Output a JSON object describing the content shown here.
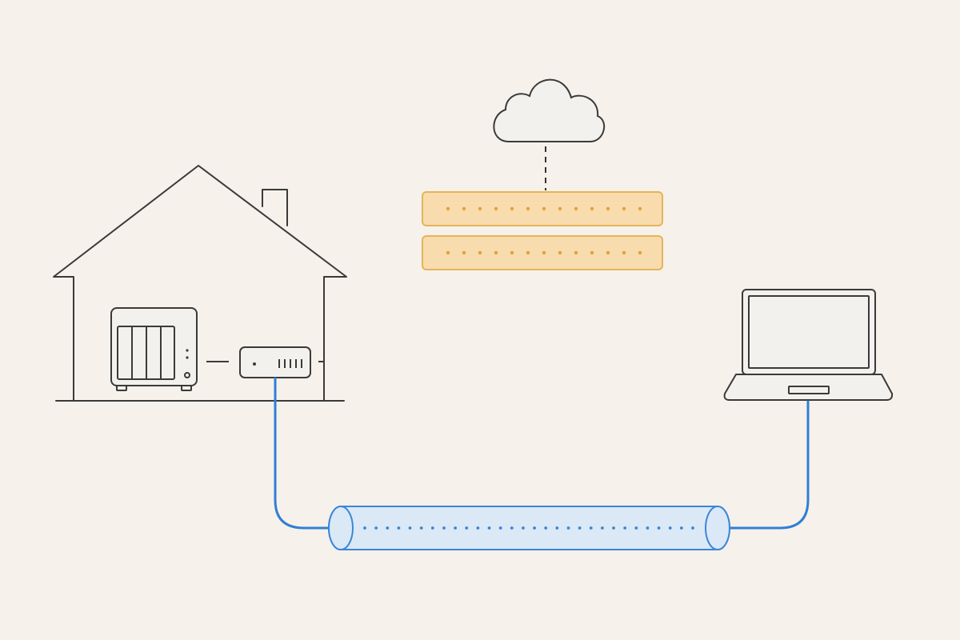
{
  "colors": {
    "background": "#f6f1ea",
    "outline": "#3a3a3a",
    "outline_light": "#4a4a4a",
    "fill_light": "#f3f1ee",
    "cable": "#2f7fd6",
    "tunnel_fill": "#dbe8f6",
    "tunnel_stroke": "#3b86dc",
    "tunnel_dot": "#3b86dc",
    "server_fill": "#f8dcae",
    "server_stroke": "#e6b45a",
    "server_dot": "#e0a33a",
    "dash_line": "#333333"
  },
  "diagram": {
    "nodes": [
      {
        "id": "home",
        "icon": "house-icon"
      },
      {
        "id": "nas",
        "icon": "nas-icon",
        "drive_bays": 4
      },
      {
        "id": "router",
        "icon": "router-icon"
      },
      {
        "id": "cloud",
        "icon": "cloud-icon"
      },
      {
        "id": "relay-server",
        "icon": "server-rack-icon",
        "units": 2,
        "dots_per_unit": 13
      },
      {
        "id": "laptop",
        "icon": "laptop-icon"
      },
      {
        "id": "tunnel",
        "icon": "encrypted-tunnel-icon",
        "dots": 30
      }
    ],
    "connections": [
      {
        "from": "nas",
        "to": "router",
        "style": "solid"
      },
      {
        "from": "cloud",
        "to": "relay-server",
        "style": "dashed"
      },
      {
        "from": "router",
        "to": "tunnel",
        "style": "cable"
      },
      {
        "from": "tunnel",
        "to": "laptop",
        "style": "cable"
      }
    ]
  }
}
